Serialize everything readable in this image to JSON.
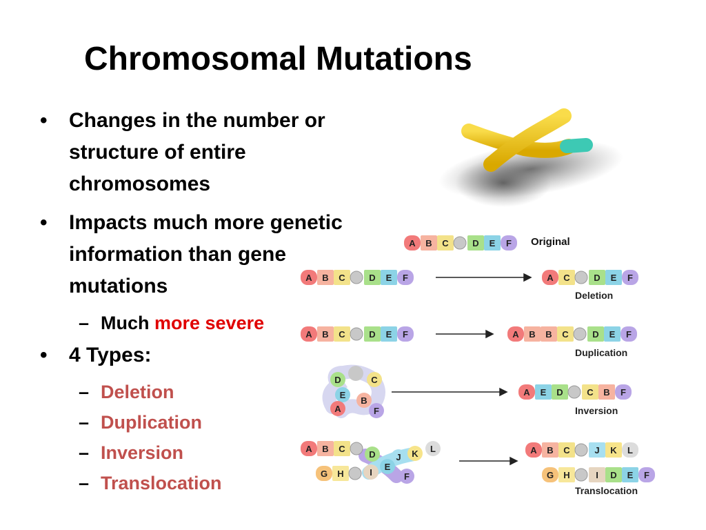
{
  "slide": {
    "title": "Chromosomal Mutations",
    "bullets": [
      {
        "text": "Changes in the number or structure of entire chromosomes"
      },
      {
        "text": "Impacts much more genetic information than gene mutations"
      }
    ],
    "sub_severe": {
      "prefix": "Much ",
      "highlight": "more severe"
    },
    "types_heading": "4 Types:",
    "types": [
      "Deletion",
      "Duplication",
      "Inversion",
      "Translocation"
    ]
  },
  "diagram": {
    "original_label": "Original",
    "captions": {
      "deletion": "Deletion",
      "duplication": "Duplication",
      "inversion": "Inversion",
      "translocation": "Translocation"
    },
    "sequences": {
      "original": [
        "A",
        "B",
        "C",
        "•",
        "D",
        "E",
        "F"
      ],
      "deletion_after": [
        "A",
        "C",
        "•",
        "D",
        "E",
        "F"
      ],
      "duplication_after": [
        "A",
        "B",
        "B",
        "C",
        "•",
        "D",
        "E",
        "F"
      ],
      "inversion_after": [
        "A",
        "E",
        "D",
        "•",
        "C",
        "B",
        "F"
      ],
      "trans_top_after": [
        "A",
        "B",
        "C",
        "•",
        "J",
        "K",
        "L"
      ],
      "trans_bottom_after": [
        "G",
        "H",
        "•",
        "I",
        "D",
        "E",
        "F"
      ]
    },
    "segment_colors": {
      "A": "#f27a7a",
      "B": "#f6b3a0",
      "C": "#f3e28a",
      "D": "#a9e08a",
      "E": "#8cd3e6",
      "F": "#b9a5e6",
      "G": "#f6c27a",
      "H": "#f7e79a",
      "I": "#e6d5c0",
      "J": "#a7dff0",
      "K": "#f7e48a",
      "L": "#dcdcdc",
      "centromere": "#c8c8c8"
    }
  }
}
